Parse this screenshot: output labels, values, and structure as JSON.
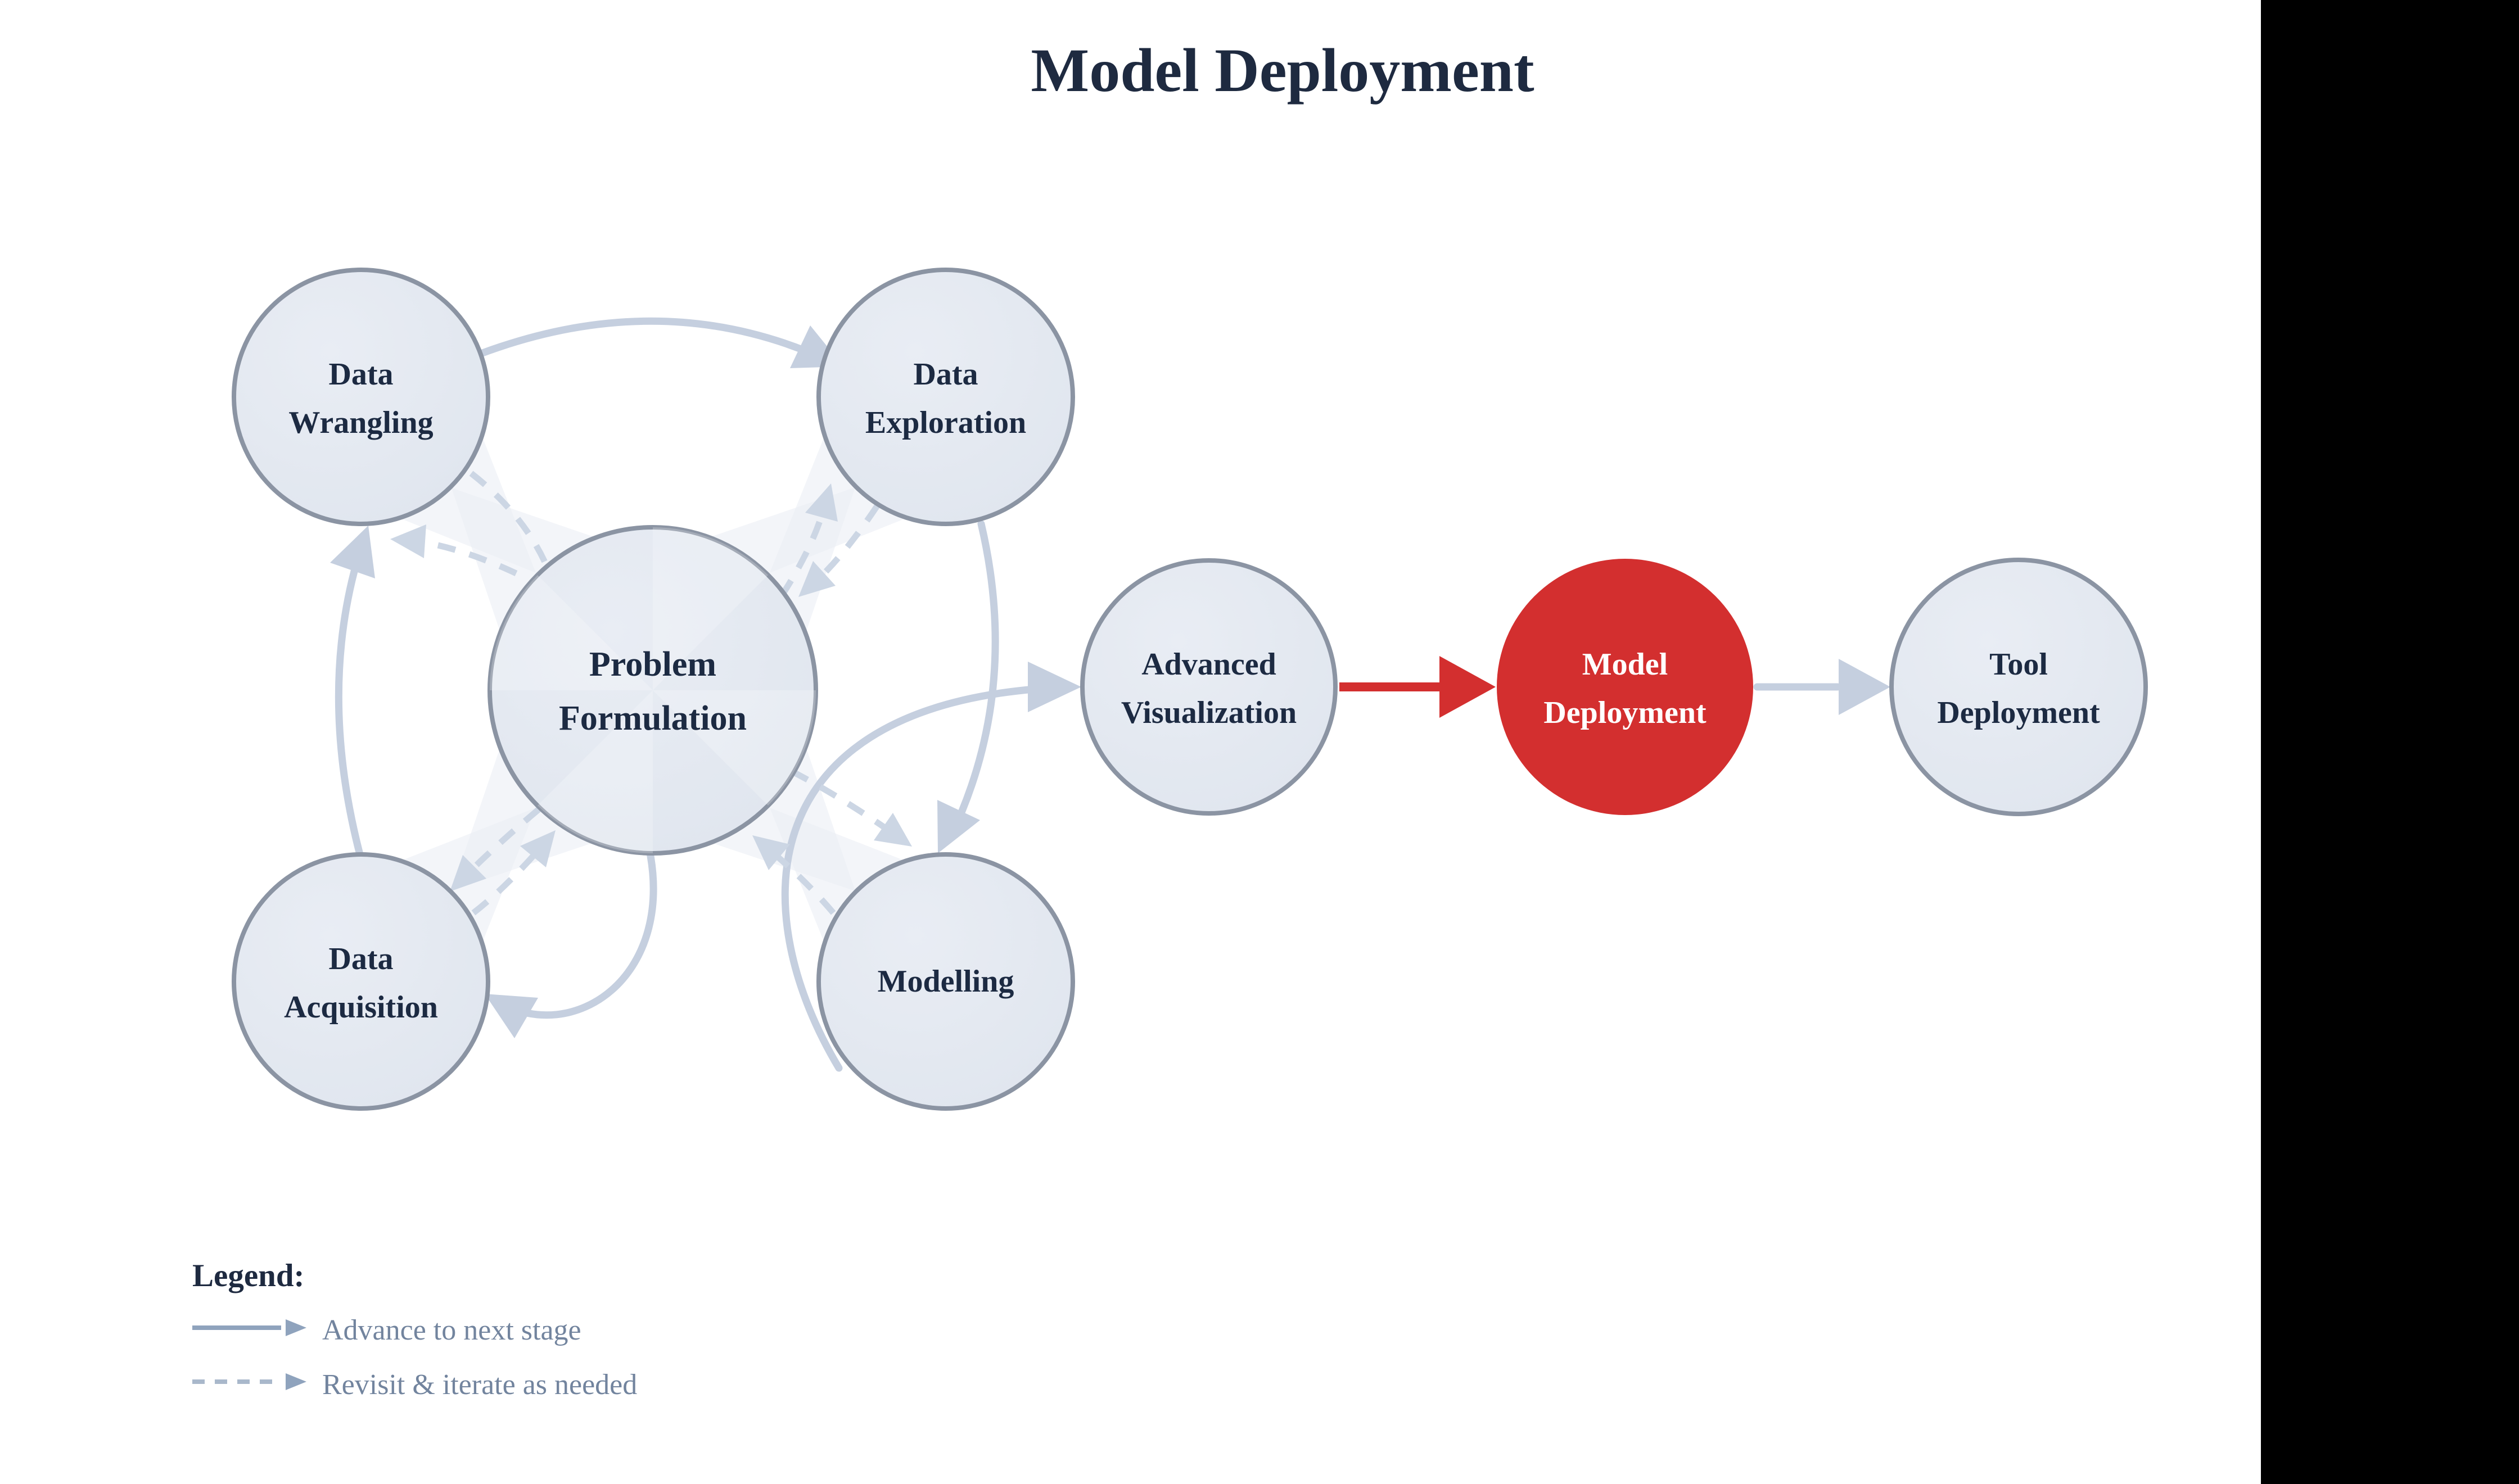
{
  "title": "Model Deployment",
  "diagram": {
    "nodes": [
      {
        "id": "data-wrangling",
        "line1": "Data",
        "line2": "Wrangling"
      },
      {
        "id": "data-exploration",
        "line1": "Data",
        "line2": "Exploration"
      },
      {
        "id": "problem-formulation",
        "line1": "Problem",
        "line2": "Formulation"
      },
      {
        "id": "data-acquisition",
        "line1": "Data",
        "line2": "Acquisition"
      },
      {
        "id": "modelling",
        "line1": "Modelling"
      },
      {
        "id": "advanced-visualization",
        "line1": "Advanced",
        "line2": "Visualization"
      },
      {
        "id": "model-deployment",
        "line1": "Model",
        "line2": "Deployment",
        "highlighted": true
      },
      {
        "id": "tool-deployment",
        "line1": "Tool",
        "line2": "Deployment"
      }
    ]
  },
  "legend": {
    "heading": "Legend:",
    "items": [
      {
        "style": "solid",
        "label": "Advance to next stage"
      },
      {
        "style": "dashed",
        "label": "Revisit & iterate as needed"
      }
    ]
  },
  "colors": {
    "highlight": "#d32f2f",
    "node_fill": "#e3e8f0",
    "node_border": "#8b94a3",
    "node_text": "#1c2a42",
    "title_text": "#1e2a40",
    "arrow_solid": "#c5cfdf",
    "arrow_dashed": "#ccd6e4",
    "legend_arrow": "#8fa3bd",
    "legend_text": "#72849e",
    "side_bar": "#000000"
  }
}
